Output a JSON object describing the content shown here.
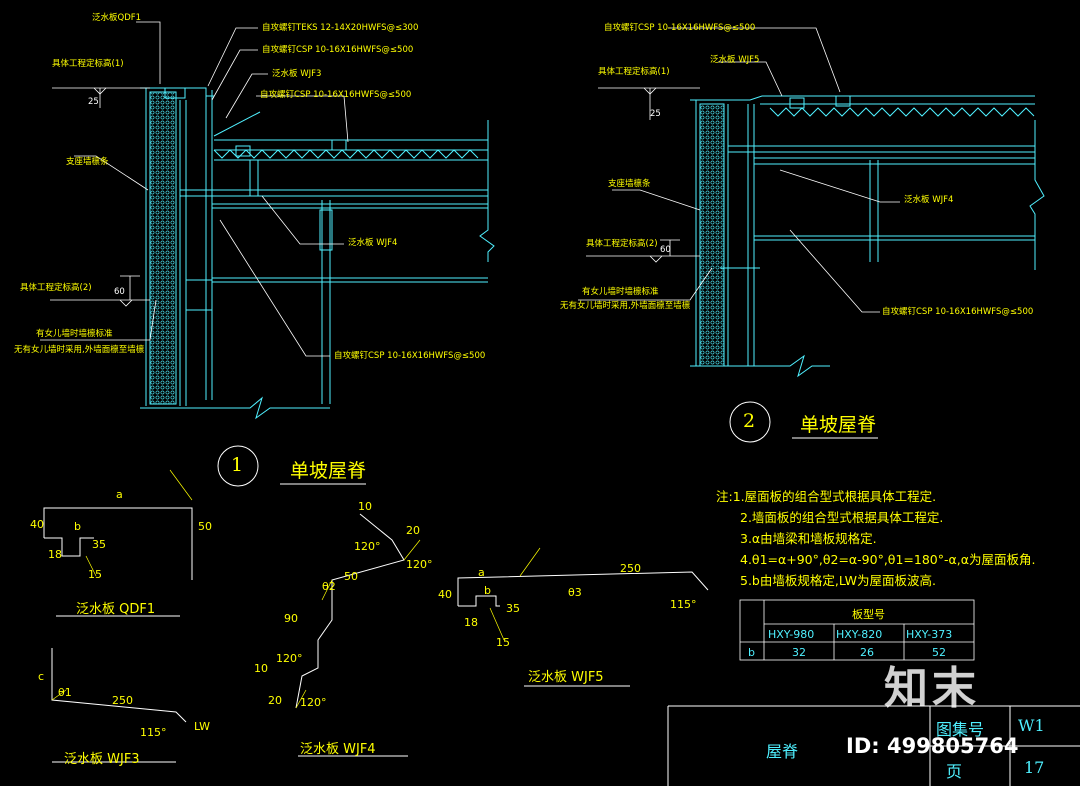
{
  "detail1": {
    "number": "1",
    "title": "单坡屋脊",
    "labels": {
      "flash_qdf1": "泛水板QDF1",
      "screw_teks": "自攻螺钉TEKS 12-14X20HWFS@≤300",
      "screw_csp_1": "自攻螺钉CSP 10-16X16HWFS@≤500",
      "flash_wjf3": "泛水板 WJF3",
      "screw_csp_2": "自攻螺钉CSP 10-16X16HWFS@≤500",
      "level_1": "具体工程定标高(1)",
      "girt": "支座墙檩条",
      "flash_wjf4": "泛水板 WJF4",
      "level_2": "具体工程定标高(2)",
      "note_a": "有女儿墙时墙檩标准",
      "note_b": "无有女儿墙时采用,外墙面檩至墙檩",
      "screw_csp_3": "自攻螺钉CSP 10-16X16HWFS@≤500",
      "dim_25": "25",
      "dim_60": "60"
    }
  },
  "detail2": {
    "number": "2",
    "title": "单坡屋脊",
    "labels": {
      "screw_csp_top": "自攻螺钉CSP 10-16X16HWFS@≤500",
      "flash_wjf5": "泛水板 WJF5",
      "level_1": "具体工程定标高(1)",
      "girt": "支座墙檩条",
      "flash_wjf4": "泛水板 WJF4",
      "level_2": "具体工程定标高(2)",
      "note_a": "有女儿墙时墙檩标准",
      "note_b": "无有女儿墙时采用,外墙面檩至墙檩",
      "screw_csp_bottom": "自攻螺钉CSP 10-16X16HWFS@≤500",
      "dim_25": "25",
      "dim_60": "60"
    }
  },
  "profiles": {
    "qdf1": {
      "name": "泛水板 QDF1",
      "dims": {
        "a": "a",
        "d40": "40",
        "d50": "50",
        "b": "b",
        "d35": "35",
        "d18": "18",
        "d15": "15"
      }
    },
    "wjf3": {
      "name": "泛水板 WJF3",
      "dims": {
        "c": "c",
        "theta1": "θ1",
        "d250": "250",
        "d115": "115°",
        "lw": "LW"
      }
    },
    "wjf4": {
      "name": "泛水板 WJF4",
      "dims": {
        "d10a": "10",
        "d20a": "20",
        "a120a": "120°",
        "a120b": "120°",
        "d50": "50",
        "theta2": "θ2",
        "d90": "90",
        "a120c": "120°",
        "d10b": "10",
        "d20b": "20",
        "a120d": "120°"
      }
    },
    "wjf5": {
      "name": "泛水板 WJF5",
      "dims": {
        "d40": "40",
        "a": "a",
        "d250": "250",
        "theta3": "θ3",
        "d115": "115°",
        "b": "b",
        "d18": "18",
        "d35": "35",
        "d15": "15"
      }
    }
  },
  "notes": [
    "注:1.屋面板的组合型式根据具体工程定.",
    "2.墙面板的组合型式根据具体工程定.",
    "3.α由墙梁和墙板规格定.",
    "4.θ1=α+90°,θ2=α-90°,θ1=180°-α,α为屋面板角.",
    "5.b由墙板规格定,LW为屋面板波高."
  ],
  "spec_table": {
    "header": "板型号",
    "columns": [
      "HXY-980",
      "HXY-820",
      "HXY-373"
    ],
    "row_label": "b",
    "values": [
      "32",
      "26",
      "52"
    ]
  },
  "title_block": {
    "drawing_name": "屋脊",
    "label_atlas": "图集号",
    "label_page": "页",
    "atlas_no": "W1",
    "page_no": "17"
  },
  "watermark": {
    "logo": "知末",
    "id_text": "ID: 499805764"
  },
  "colors": {
    "background": "#000000",
    "line_cyan": "#4ff0ff",
    "text_yellow": "#ffff00",
    "white": "#ffffff"
  }
}
